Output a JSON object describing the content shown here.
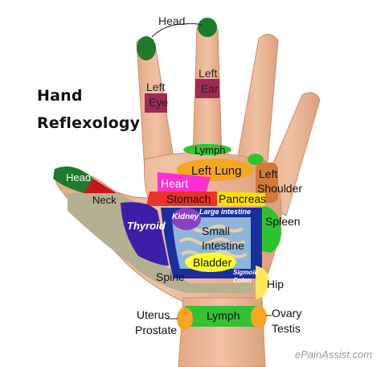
{
  "title": {
    "line1": "Hand",
    "line2": "Reflexology"
  },
  "labels": {
    "head_top": "Head",
    "left_eye_1": "Left",
    "left_eye_2": "Eye",
    "left_ear_1": "Left",
    "left_ear_2": "Ear",
    "lymph_top": "Lymph",
    "left_lung": "Left Lung",
    "left_shoulder_1": "Left",
    "left_shoulder_2": "Shoulder",
    "heart": "Heart",
    "head_thumb": "Head",
    "neck": "Neck",
    "stomach": "Stomach",
    "pancreas": "Pancreas",
    "kidney": "Kidney",
    "large_intestine": "Large intestine",
    "thyroid": "Thyroid",
    "small_intestine_1": "Small",
    "small_intestine_2": "Intestine",
    "spleen": "Spleen",
    "bladder": "Bladder",
    "sigmoid_1": "Sigmoid",
    "sigmoid_2": "Colon",
    "spine": "Spine",
    "hip": "Hip",
    "lymph_wrist": "Lymph",
    "uterus": "Uterus",
    "prostate": "Prostate",
    "ovary": "Ovary",
    "testis": "Testis"
  },
  "watermark": "ePainAssist.com",
  "colors": {
    "skin": "#eab899",
    "head_green": "#1e7a2c",
    "lymph_green": "#34c234",
    "eye_ear": "#9e2a56",
    "lung": "#f5a623",
    "shoulder": "#d27a3c",
    "heart": "#ff2fd0",
    "neck": "#c4161c",
    "stomach": "#e8332a",
    "pancreas": "#ffe000",
    "kidney": "#8a3fc4",
    "large_intestine": "#1a2f9e",
    "thyroid": "#3c1ea8",
    "spleen": "#2ec22e",
    "bladder": "#ffff2a",
    "spine": "#b5b092",
    "hip": "#ffe65a"
  }
}
